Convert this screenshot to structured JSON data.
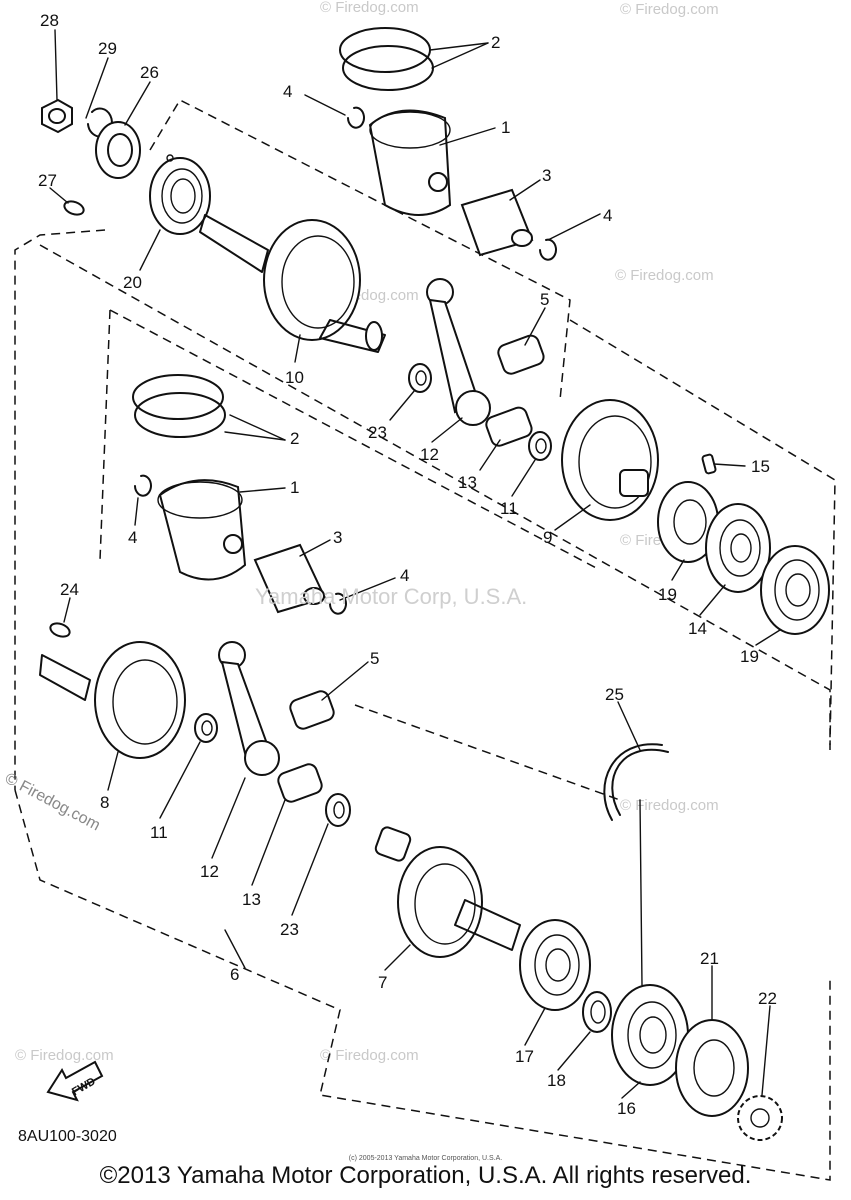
{
  "diagram": {
    "parts": [
      {
        "id": "28",
        "label": "28"
      },
      {
        "id": "29",
        "label": "29"
      },
      {
        "id": "26",
        "label": "26"
      },
      {
        "id": "27",
        "label": "27"
      },
      {
        "id": "20",
        "label": "20"
      },
      {
        "id": "10",
        "label": "10"
      },
      {
        "id": "2a",
        "label": "2"
      },
      {
        "id": "4a",
        "label": "4"
      },
      {
        "id": "1a",
        "label": "1"
      },
      {
        "id": "3a",
        "label": "3"
      },
      {
        "id": "4b",
        "label": "4"
      },
      {
        "id": "5a",
        "label": "5"
      },
      {
        "id": "23a",
        "label": "23"
      },
      {
        "id": "12a",
        "label": "12"
      },
      {
        "id": "13a",
        "label": "13"
      },
      {
        "id": "11a",
        "label": "11"
      },
      {
        "id": "9",
        "label": "9"
      },
      {
        "id": "15",
        "label": "15"
      },
      {
        "id": "19a",
        "label": "19"
      },
      {
        "id": "14",
        "label": "14"
      },
      {
        "id": "19b",
        "label": "19"
      },
      {
        "id": "2b",
        "label": "2"
      },
      {
        "id": "1b",
        "label": "1"
      },
      {
        "id": "4c",
        "label": "4"
      },
      {
        "id": "3b",
        "label": "3"
      },
      {
        "id": "4d",
        "label": "4"
      },
      {
        "id": "24",
        "label": "24"
      },
      {
        "id": "5b",
        "label": "5"
      },
      {
        "id": "8",
        "label": "8"
      },
      {
        "id": "11b",
        "label": "11"
      },
      {
        "id": "12b",
        "label": "12"
      },
      {
        "id": "13b",
        "label": "13"
      },
      {
        "id": "23b",
        "label": "23"
      },
      {
        "id": "25",
        "label": "25"
      },
      {
        "id": "6",
        "label": "6"
      },
      {
        "id": "7",
        "label": "7"
      },
      {
        "id": "21",
        "label": "21"
      },
      {
        "id": "22",
        "label": "22"
      },
      {
        "id": "17",
        "label": "17"
      },
      {
        "id": "18",
        "label": "18"
      },
      {
        "id": "16",
        "label": "16"
      }
    ],
    "fwd_label": "FWD",
    "diagram_code": "8AU100-3020",
    "center_watermark": "Yamaha Motor Corp, U.S.A.",
    "site_watermark": "© Firedog.com",
    "copyright": "©2013 Yamaha Motor Corporation, U.S.A. All rights reserved.",
    "mini_copyright": "(c) 2005-2013 Yamaha Motor Corporation, U.S.A."
  }
}
